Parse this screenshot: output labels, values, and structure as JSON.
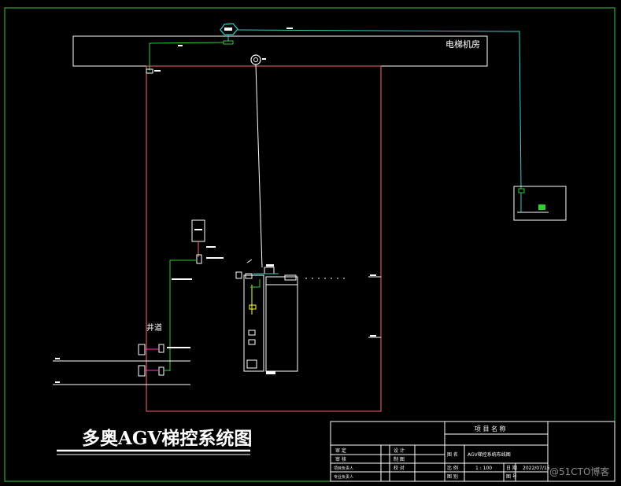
{
  "colors": {
    "background": "#000000",
    "frame": "#33cc33",
    "building": "#ffffff",
    "shaft": "#ff6666",
    "signal_cyan": "#33cccc",
    "signal_green": "#33cc33",
    "signal_yellow": "#ffff33",
    "signal_magenta": "#ff33cc"
  },
  "labels": {
    "machine_room": "电梯机房",
    "shaft_label": "井道",
    "diagram_title": "多奥AGV梯控系统图"
  },
  "title_block": {
    "project_name_header": "项 目 名 称",
    "review": "审 定",
    "audit": "审 核",
    "project_lead": "项目负责人",
    "discipline_lead": "专业负责人",
    "design": "设 计",
    "drawing": "制 图",
    "check": "校 对",
    "drawing_name_label": "图 名",
    "drawing_name_value": "AGV梯控系统布线图",
    "scale_label": "比 例",
    "scale_value": "1 : 100",
    "date_label": "日 期",
    "date_value": "2022/07/15",
    "sheet_label": "图 别",
    "sheet_no_label": "图 号"
  },
  "watermark": "@51CTO博客"
}
